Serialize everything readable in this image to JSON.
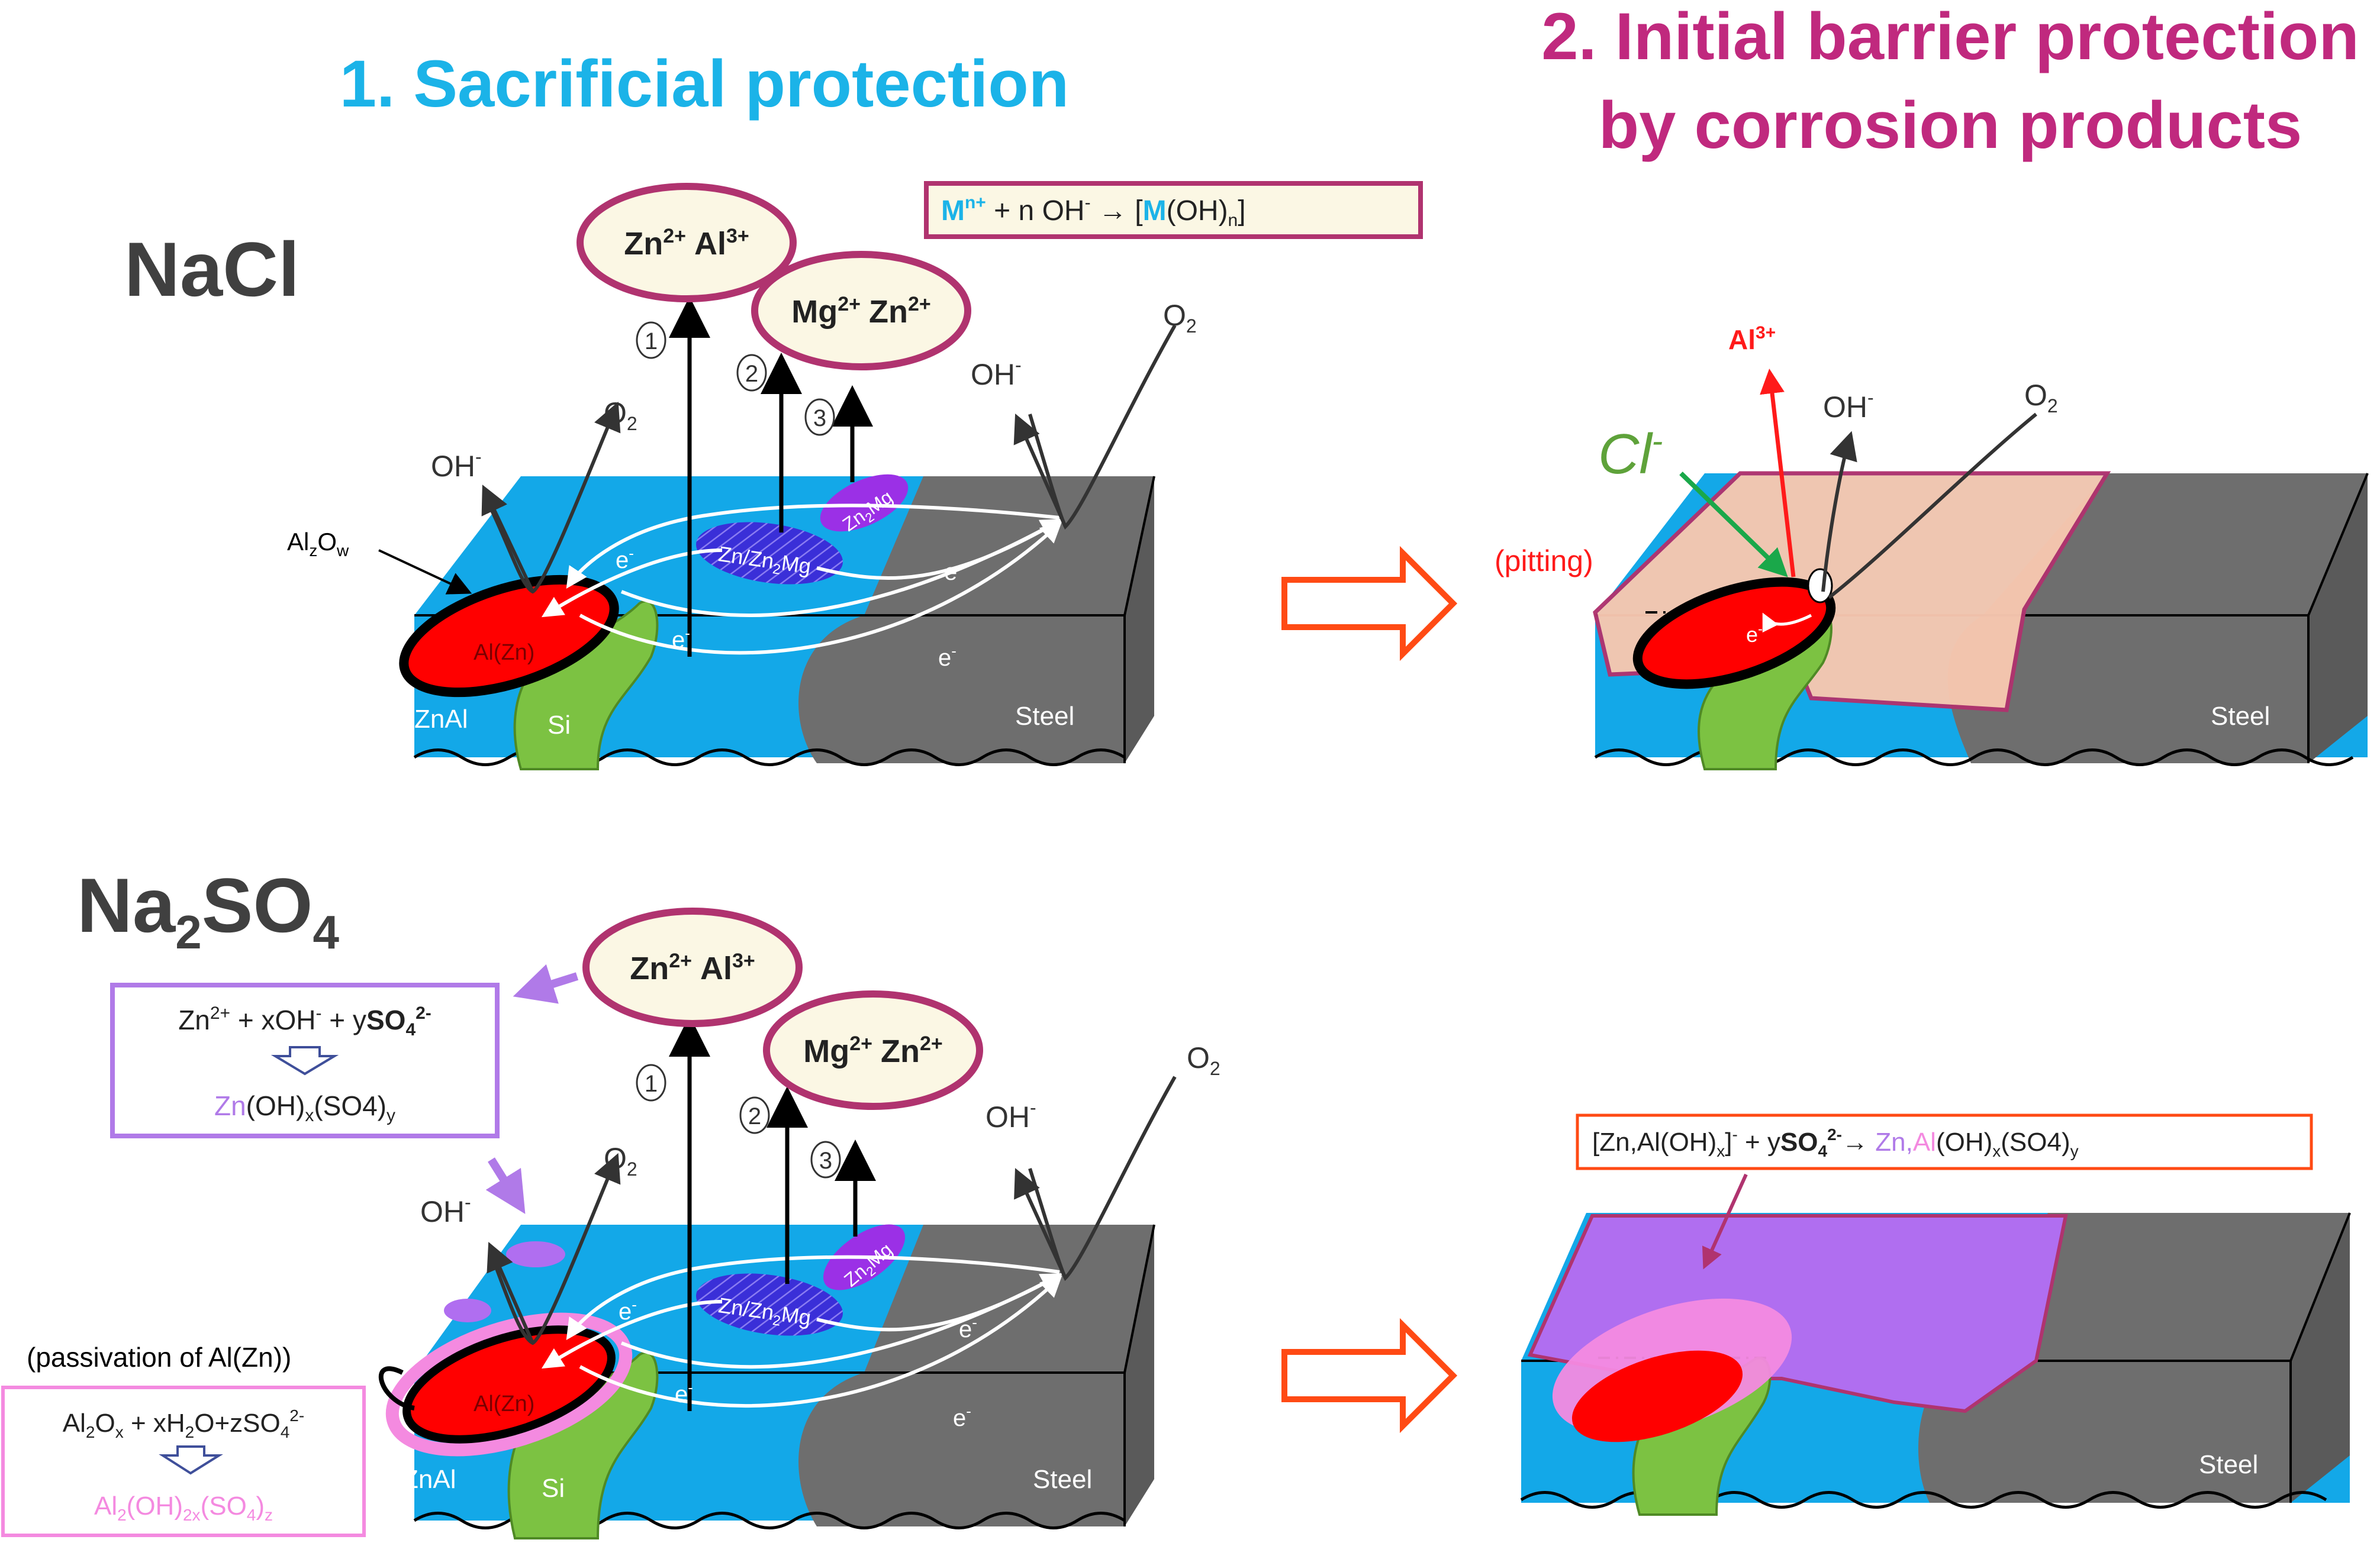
{
  "colors": {
    "title1": "#1bb3e8",
    "title2": "#c0297e",
    "water": "#13a8e8",
    "steel": "#6e6e6e",
    "al_red": "#ff0000",
    "si_green": "#7cc242",
    "zn2mg_purple": "#9b30e6",
    "zn_zn2mg_blue": "#3a2fd8",
    "ion_fill": "#fbf7e4",
    "ion_border": "#b0336f",
    "arrow_orange": "#ff4a14",
    "product_pink": "#f7c7b0",
    "product_purple": "#b06ef0",
    "pink_light": "#f48ae0",
    "cl_green": "#5ea23a",
    "green_arrow": "#1aa84a"
  },
  "titles": {
    "sacrificial": "1. Sacrificial protection",
    "barrier_line1": "2. Initial barrier protection",
    "barrier_line2": "by corrosion products"
  },
  "rows": {
    "nacl": "NaCl",
    "na2so4": {
      "base": "Na",
      "sub2": "2",
      "mid": "SO",
      "sub4": "4"
    }
  },
  "ions": {
    "zn_al": {
      "zn": "Zn",
      "zn_charge": "2+",
      "al": "Al",
      "al_charge": "3+"
    },
    "mg_zn": {
      "mg": "Mg",
      "mg_charge": "2+",
      "zn": "Zn",
      "zn_charge": "2+"
    }
  },
  "equations": {
    "hydroxide": {
      "m": "M",
      "n_plus": "n+",
      "rest": " + n OH",
      "minus": "-",
      "arrow": " → [",
      "m2": "M",
      "oh": "(OH)",
      "n": "n",
      "close": "]"
    },
    "zn_sulfate": {
      "l1a": "Zn",
      "l1b": "2+",
      "l1c": " + xOH",
      "l1d": "-",
      "l1e": " + y",
      "l1f": "SO",
      "l1g": "4",
      "l1h": "2-",
      "l2a": "Zn",
      "l2b": "(OH)",
      "l2c": "x",
      "l2d": "(SO4)",
      "l2e": "y"
    },
    "al_sulfate": {
      "l1a": "Al",
      "l1b": "2",
      "l1c": "O",
      "l1d": "x",
      "l1e": " + xH",
      "l1f": "2",
      "l1g": "O+zSO",
      "l1h": "4",
      "l1i": "2-",
      "l2a": "Al",
      "l2b": "2",
      "l2c": "(OH)",
      "l2d": "2x",
      "l2e": "(SO",
      "l2f": "4",
      "l2g": ")",
      "l2h": "z"
    },
    "barrier_sulfate": {
      "a": "[Zn,Al(OH)",
      "b": "x",
      "c": "]",
      "d": "-",
      "e": " + y",
      "f": "SO",
      "g": "4",
      "h": "2-",
      "i": "→ ",
      "j": "Zn,",
      "k": "Al",
      "l": "(OH)",
      "m": "x",
      "n": "(SO4)",
      "o": "y"
    }
  },
  "labels": {
    "o2": "O",
    "o2_sub": "2",
    "oh": "OH",
    "oh_sup": "-",
    "e": "e",
    "e_sup": "-",
    "al_ow": "Al",
    "al_ow_z": "z",
    "al_ow_o": "O",
    "al_ow_w": "w",
    "al_zn": "Al(Zn)",
    "zn_zn2mg": "Zn/Zn",
    "zn_zn2mg_sub": "2",
    "zn_zn2mg_end": "Mg",
    "zn2mg": "Zn",
    "zn2mg_sub": "2",
    "zn2mg_end": "Mg",
    "znal": "ZnAl",
    "si": "Si",
    "steel": "Steel",
    "pitting": "(pitting)",
    "cl": "Cl",
    "cl_sup": "-",
    "al3": "Al",
    "al3_sup": "3+",
    "passivation": "(passivation of Al(Zn))",
    "step1": "1",
    "step2": "2",
    "step3": "3"
  }
}
